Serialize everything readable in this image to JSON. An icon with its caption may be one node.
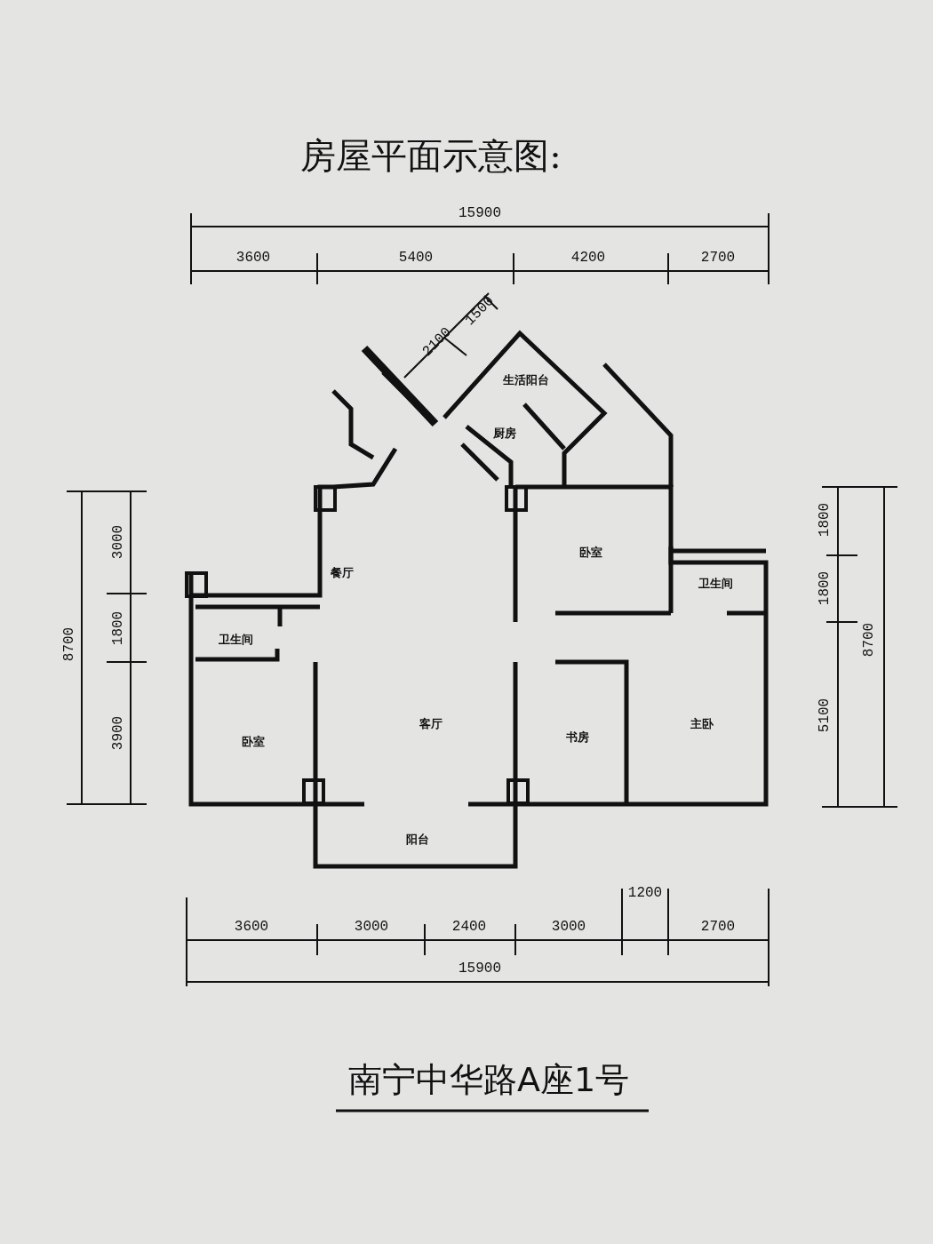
{
  "diagram": {
    "title": "房屋平面示意图:",
    "caption": "南宁中华路A座1号",
    "nodes": [
      {
        "text": [
          "生活阳台"
        ]
      },
      {
        "text": [
          "厨房"
        ]
      },
      {
        "text": [
          "卧室"
        ]
      },
      {
        "text": [
          "餐厅"
        ]
      },
      {
        "text": [
          "卫生间"
        ]
      },
      {
        "text": [
          "卫生间"
        ]
      },
      {
        "text": [
          "卧室"
        ]
      },
      {
        "text": [
          "客厅"
        ]
      },
      {
        "text": [
          "书房"
        ]
      },
      {
        "text": [
          "主卧"
        ]
      },
      {
        "text": [
          "阳台"
        ]
      }
    ],
    "labels": [
      "15900",
      "3600",
      "5400",
      "4200",
      "2700",
      "1500",
      "2100",
      "3000",
      "1800",
      "3900",
      "8700",
      "1800",
      "1800",
      "5100",
      "8700",
      "1200",
      "3600",
      "3000",
      "2400",
      "3000",
      "2700",
      "15900"
    ]
  }
}
